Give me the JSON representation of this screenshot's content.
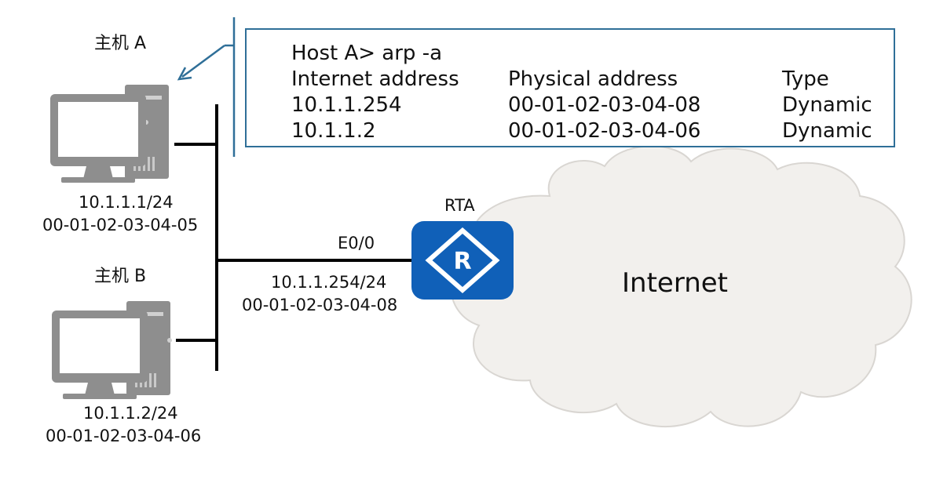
{
  "hosts": {
    "a": {
      "title": "主机 A",
      "ip": "10.1.1.1/24",
      "mac": "00-01-02-03-04-05"
    },
    "b": {
      "title": "主机 B",
      "ip": "10.1.1.2/24",
      "mac": "00-01-02-03-04-06"
    }
  },
  "router": {
    "name": "RTA",
    "icon_letter": "R",
    "interface": "E0/0",
    "ip": "10.1.1.254/24",
    "mac": "00-01-02-03-04-08"
  },
  "cloud": {
    "label": "Internet"
  },
  "arp_table": {
    "command": "Host A> arp -a",
    "headers": [
      "Internet address",
      "Physical address",
      "Type"
    ],
    "rows": [
      [
        "10.1.1.254",
        "00-01-02-03-04-08",
        "Dynamic"
      ],
      [
        "10.1.1.2",
        "00-01-02-03-04-06",
        "Dynamic"
      ]
    ]
  },
  "colors": {
    "router_fill": "#1060b8",
    "cloud_fill": "#f2f0ed",
    "cloud_stroke": "#d9d6d2",
    "callout_border": "#2f6f98",
    "computer_gray": "#8e8e8e",
    "line": "#000000"
  },
  "icons": {
    "computer": "desktop-computer-icon",
    "router": "router-icon",
    "cloud": "cloud-icon"
  }
}
